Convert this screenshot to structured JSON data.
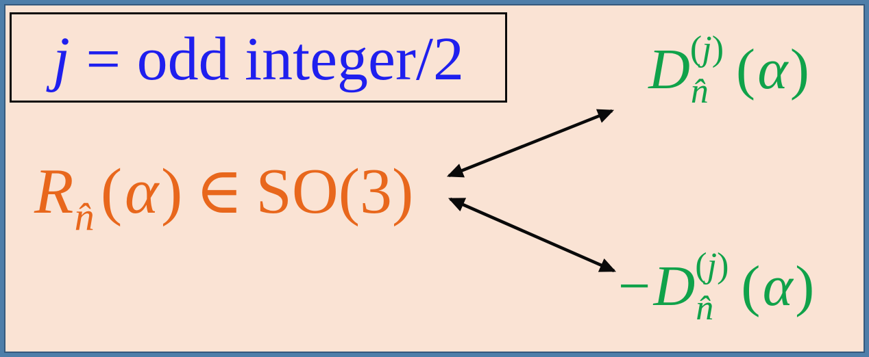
{
  "colors": {
    "background": "#fae3d4",
    "frame_border": "#4e7ea9",
    "frame_border_inner": "#35597c",
    "condition_text": "#1f1fee",
    "rotation_text": "#e8671c",
    "representation_text": "#10a24a",
    "ink": "#0a0a0a"
  },
  "condition_box": {
    "variable": "j",
    "relation": "=",
    "value": "odd integer/2"
  },
  "rotation_expression": {
    "symbol": "R",
    "subscript": "n̂",
    "open_paren": "(",
    "argument": "α",
    "close_paren": ")",
    "relation": "∈",
    "group": "SO(3)"
  },
  "representations": {
    "upper": {
      "sign": "",
      "symbol": "D",
      "sup_open": "(",
      "sup_var": "j",
      "sup_close": ")",
      "subscript": "n̂",
      "open_paren": "(",
      "argument": "α",
      "close_paren": ")"
    },
    "lower": {
      "sign": "−",
      "symbol": "D",
      "sup_open": "(",
      "sup_var": "j",
      "sup_close": ")",
      "subscript": "n̂",
      "open_paren": "(",
      "argument": "α",
      "close_paren": ")"
    }
  },
  "arrows": {
    "style": "double-headed",
    "connections": [
      {
        "from": "rotation-expression",
        "to": "upper-representation"
      },
      {
        "from": "rotation-expression",
        "to": "lower-representation"
      }
    ]
  }
}
